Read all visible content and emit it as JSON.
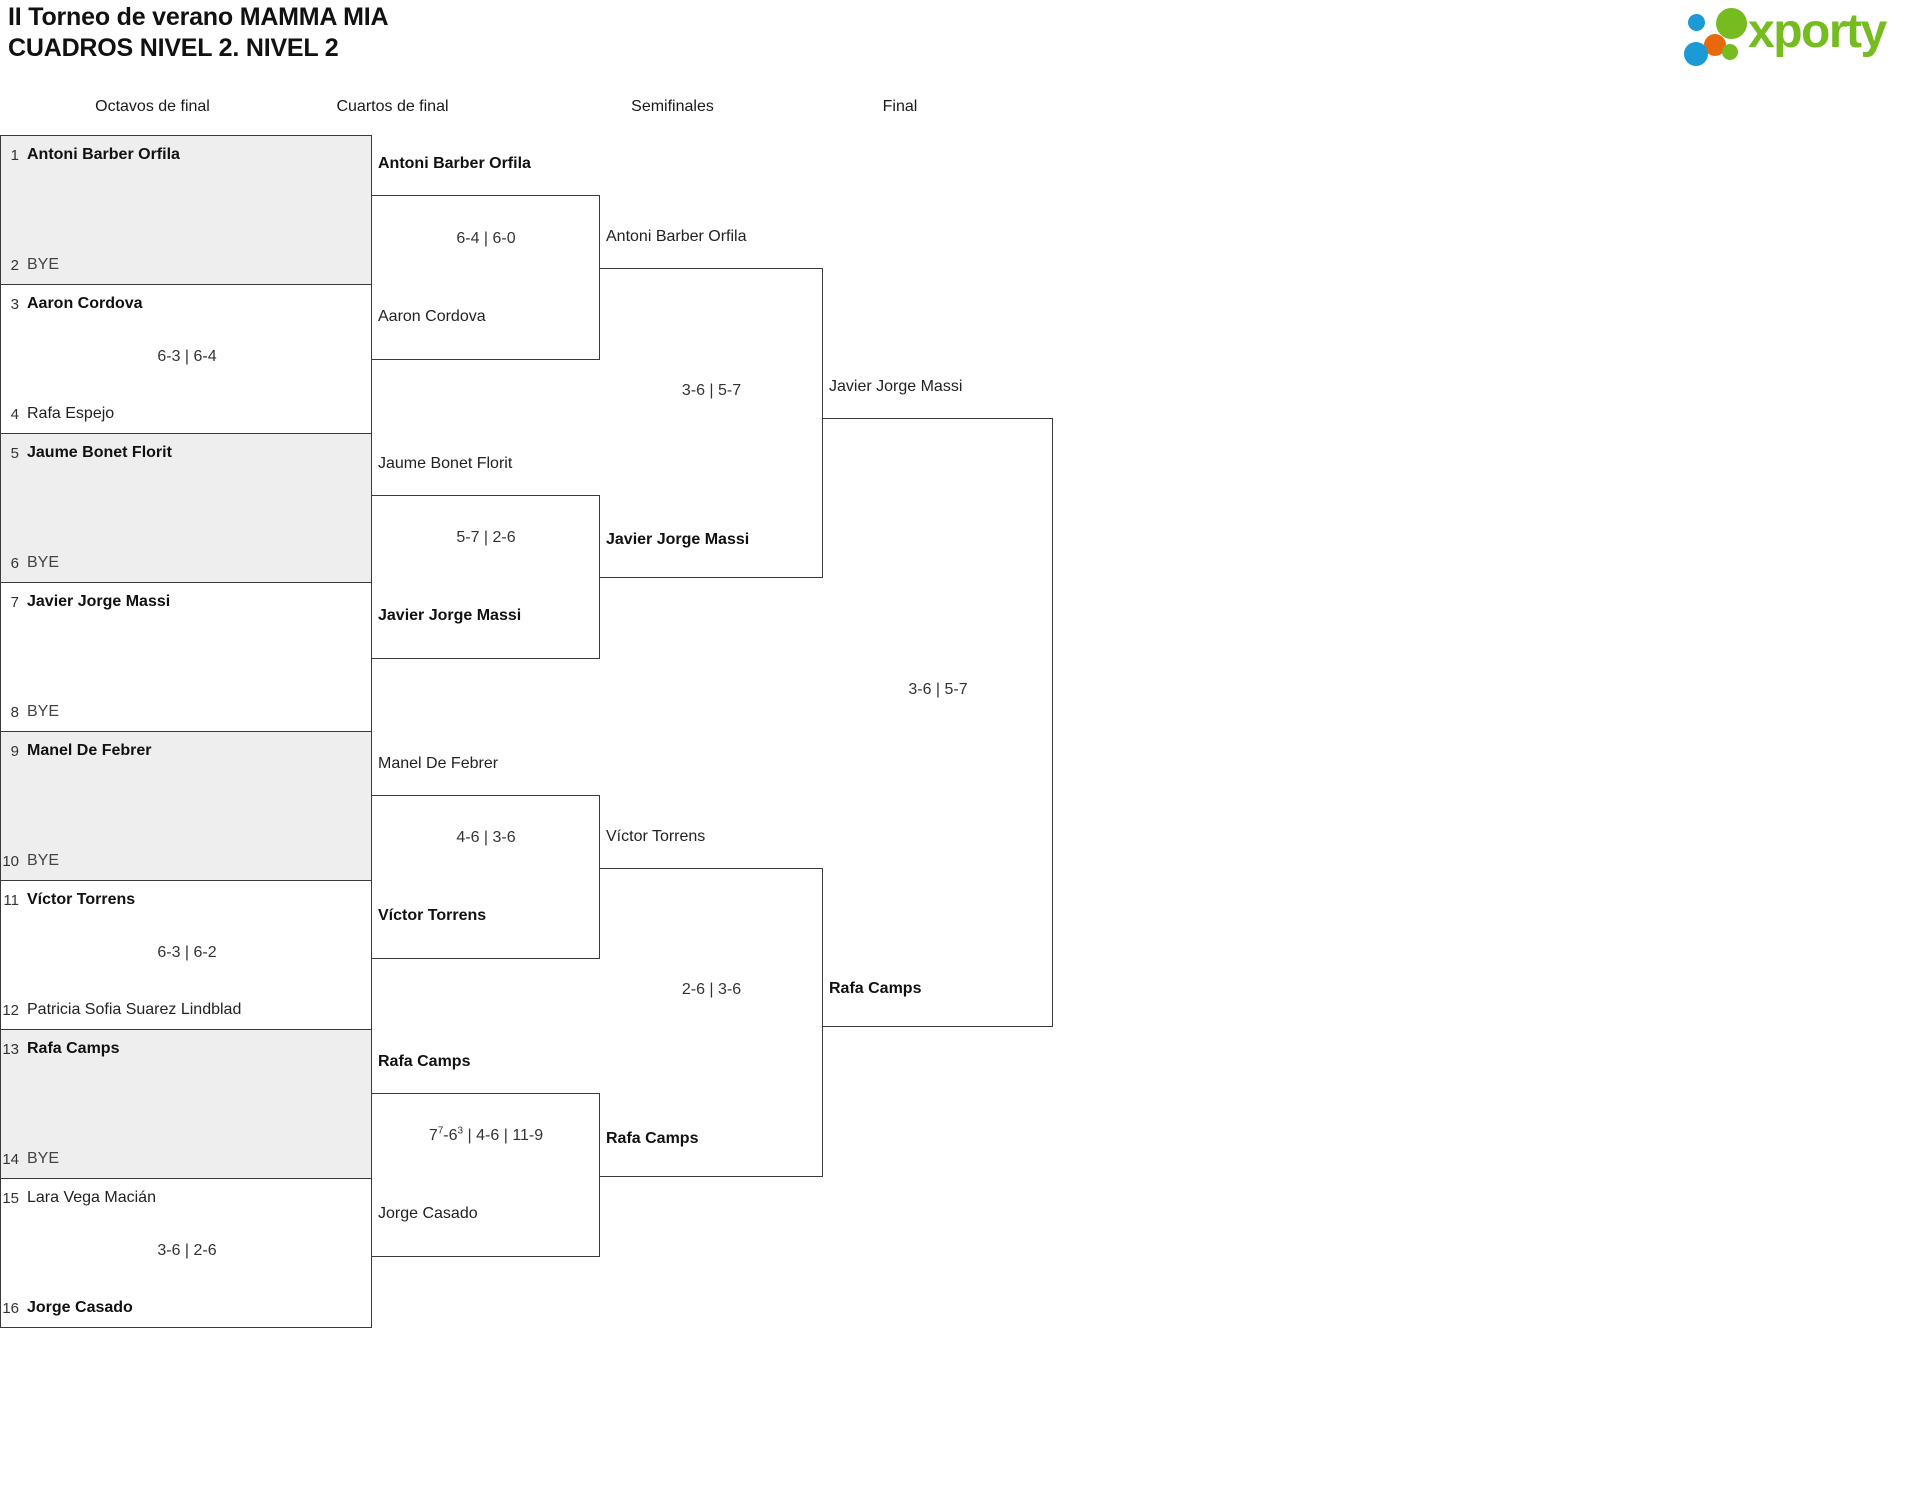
{
  "header": {
    "title_line1": "II Torneo de verano MAMMA MIA",
    "title_line2": "CUADROS NIVEL 2. NIVEL 2",
    "logo_word": "xporty",
    "logo_colors": {
      "green": "#76bc21",
      "blue": "#1b9ad6",
      "orange": "#e8690b"
    }
  },
  "rounds": [
    {
      "label": "Octavos de final"
    },
    {
      "label": "Cuartos de final"
    },
    {
      "label": "Semifinales"
    },
    {
      "label": "Final"
    }
  ],
  "round1": {
    "matches": [
      {
        "score": "",
        "players": [
          {
            "seed": "1",
            "name": "Antoni Barber Orfila",
            "winner": true
          },
          {
            "seed": "2",
            "name": "BYE",
            "winner": false
          }
        ]
      },
      {
        "score": "6-3 | 6-4",
        "players": [
          {
            "seed": "3",
            "name": "Aaron Cordova",
            "winner": true
          },
          {
            "seed": "4",
            "name": "Rafa Espejo",
            "winner": false
          }
        ]
      },
      {
        "score": "",
        "players": [
          {
            "seed": "5",
            "name": "Jaume Bonet Florit",
            "winner": true
          },
          {
            "seed": "6",
            "name": "BYE",
            "winner": false
          }
        ]
      },
      {
        "score": "",
        "players": [
          {
            "seed": "7",
            "name": "Javier Jorge Massi",
            "winner": true
          },
          {
            "seed": "8",
            "name": "BYE",
            "winner": false
          }
        ]
      },
      {
        "score": "",
        "players": [
          {
            "seed": "9",
            "name": "Manel De Febrer",
            "winner": true
          },
          {
            "seed": "10",
            "name": "BYE",
            "winner": false
          }
        ]
      },
      {
        "score": "6-3 | 6-2",
        "players": [
          {
            "seed": "11",
            "name": "Víctor Torrens",
            "winner": true
          },
          {
            "seed": "12",
            "name": "Patricia Sofia Suarez Lindblad",
            "winner": false
          }
        ]
      },
      {
        "score": "",
        "players": [
          {
            "seed": "13",
            "name": "Rafa Camps",
            "winner": true
          },
          {
            "seed": "14",
            "name": "BYE",
            "winner": false
          }
        ]
      },
      {
        "score": "3-6 | 2-6",
        "players": [
          {
            "seed": "15",
            "name": "Lara Vega Macián",
            "winner": false
          },
          {
            "seed": "16",
            "name": "Jorge Casado",
            "winner": true
          }
        ]
      }
    ]
  },
  "round2": {
    "matches": [
      {
        "score": "6-4 | 6-0",
        "score_parts": [
          {
            "main": "6-4 | 6-0",
            "sup": ""
          }
        ],
        "top": {
          "name": "Antoni Barber Orfila",
          "winner": true
        },
        "bottom": {
          "name": "Aaron Cordova",
          "winner": false
        }
      },
      {
        "score": "5-7 | 2-6",
        "score_parts": [
          {
            "main": "5-7 | 2-6",
            "sup": ""
          }
        ],
        "top": {
          "name": "Jaume Bonet Florit",
          "winner": false
        },
        "bottom": {
          "name": "Javier Jorge Massi",
          "winner": true
        }
      },
      {
        "score": "4-6 | 3-6",
        "score_parts": [
          {
            "main": "4-6 | 3-6",
            "sup": ""
          }
        ],
        "top": {
          "name": "Manel De Febrer",
          "winner": false
        },
        "bottom": {
          "name": "Víctor Torrens",
          "winner": true
        }
      },
      {
        "score": "7⁷-6³ | 4-6 | 11-9",
        "score_parts": [
          {
            "main": "7",
            "sup": "7"
          },
          {
            "main": "-6",
            "sup": "3"
          },
          {
            "main": " | 4-6 | 11-9",
            "sup": ""
          }
        ],
        "top": {
          "name": "Rafa Camps",
          "winner": true
        },
        "bottom": {
          "name": "Jorge Casado",
          "winner": false
        }
      }
    ]
  },
  "round3": {
    "matches": [
      {
        "score": "3-6 | 5-7",
        "top": {
          "name": "Antoni Barber Orfila",
          "winner": false
        },
        "bottom": {
          "name": "Javier Jorge Massi",
          "winner": true
        }
      },
      {
        "score": "2-6 | 3-6",
        "top": {
          "name": "Víctor Torrens",
          "winner": false
        },
        "bottom": {
          "name": "Rafa Camps",
          "winner": true
        }
      }
    ]
  },
  "round4": {
    "matches": [
      {
        "score": "3-6 | 5-7",
        "top": {
          "name": "Javier Jorge Massi",
          "winner": false
        },
        "bottom": {
          "name": "Rafa Camps",
          "winner": true
        }
      }
    ]
  }
}
